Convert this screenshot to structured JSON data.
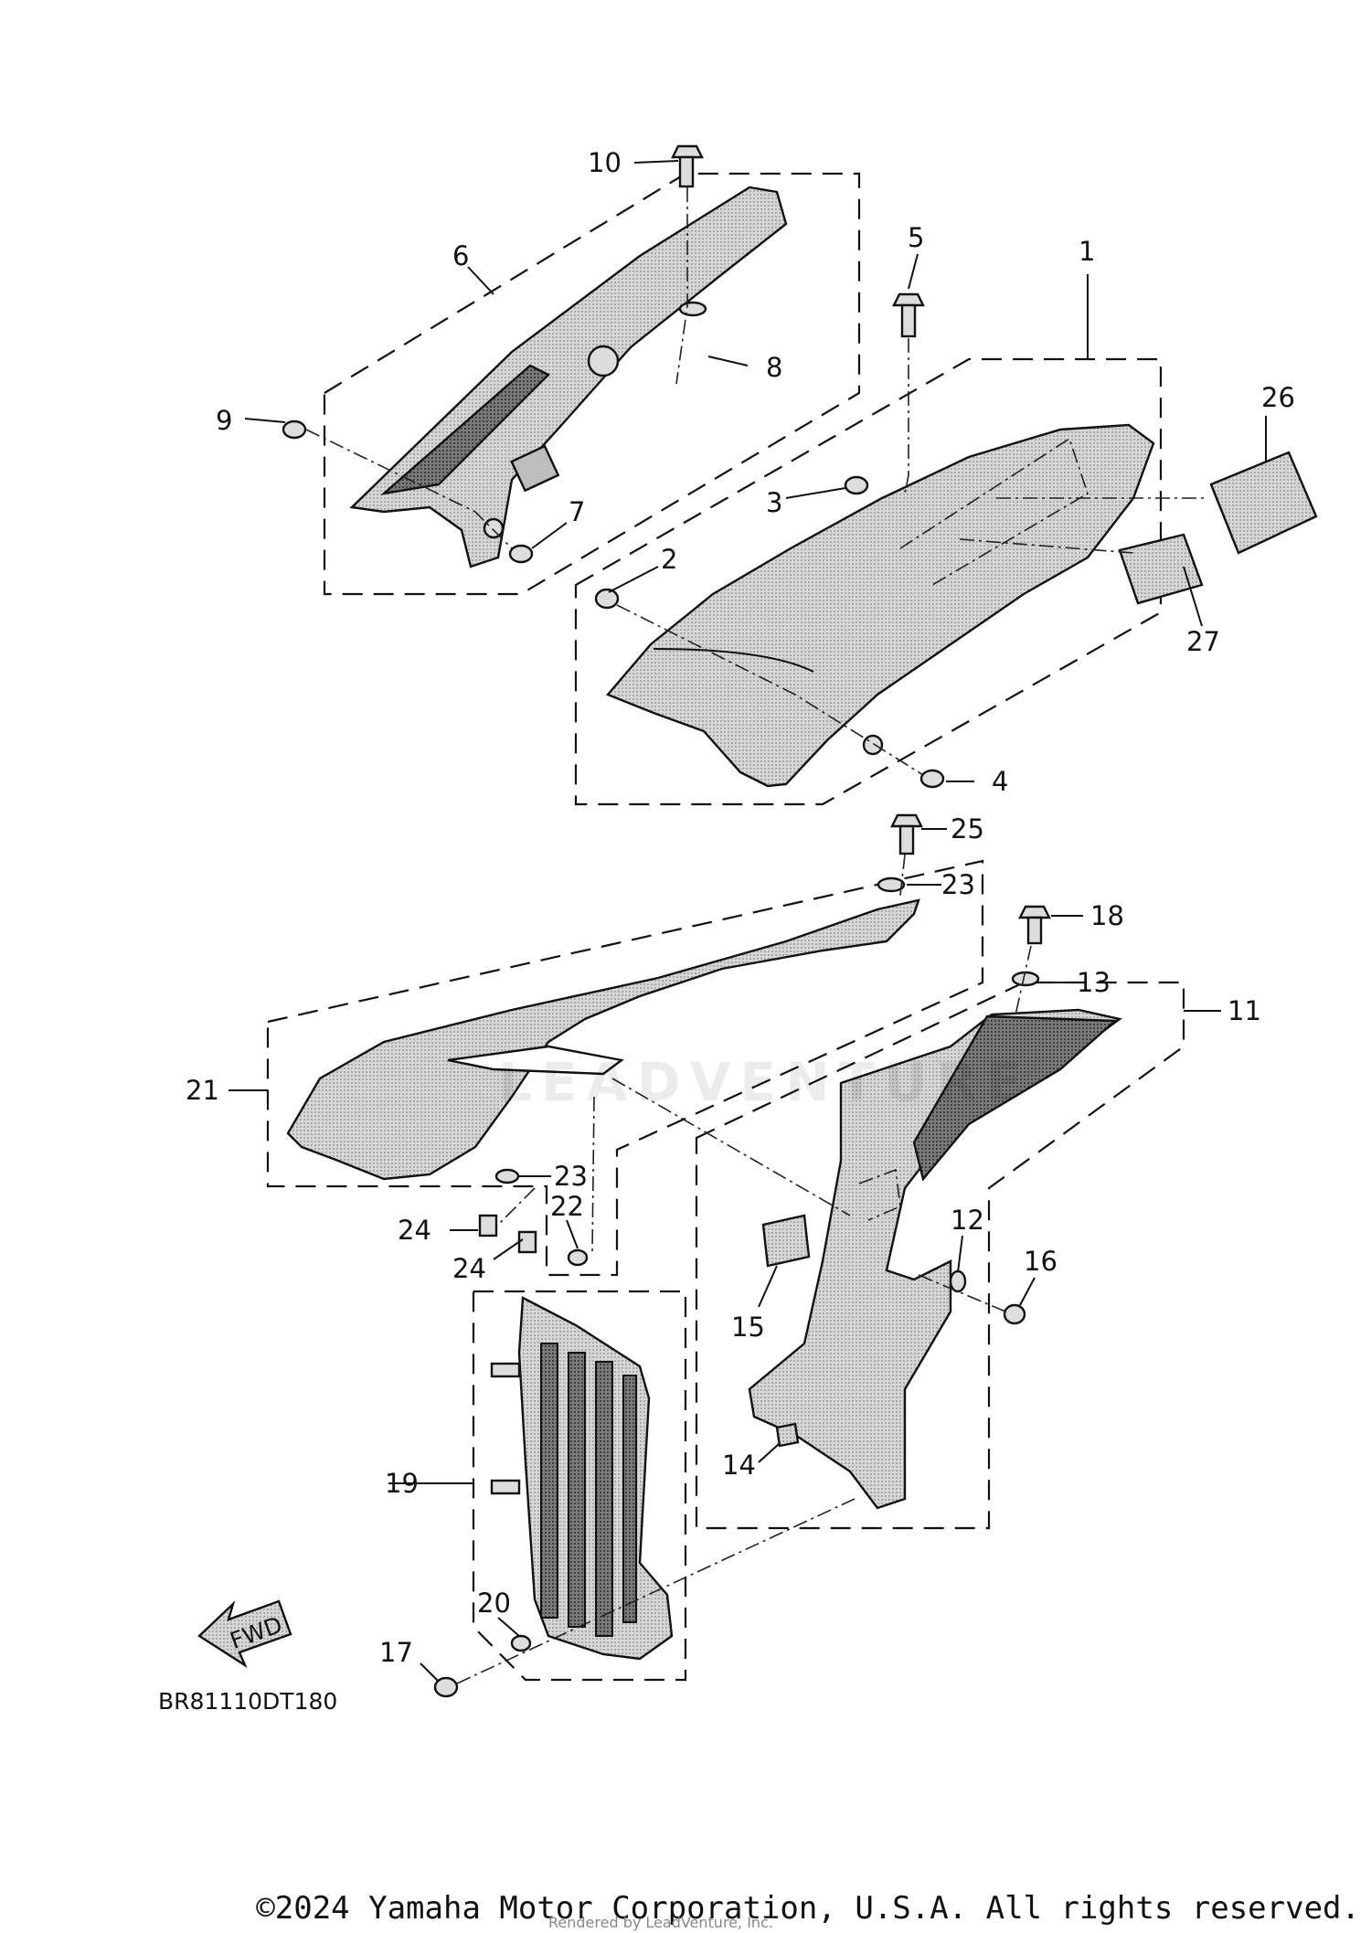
{
  "callouts": [
    {
      "id": "c1",
      "label": "1"
    },
    {
      "id": "c2",
      "label": "2"
    },
    {
      "id": "c3",
      "label": "3"
    },
    {
      "id": "c4",
      "label": "4"
    },
    {
      "id": "c5",
      "label": "5"
    },
    {
      "id": "c6",
      "label": "6"
    },
    {
      "id": "c7",
      "label": "7"
    },
    {
      "id": "c8",
      "label": "8"
    },
    {
      "id": "c9",
      "label": "9"
    },
    {
      "id": "c10",
      "label": "10"
    },
    {
      "id": "c11",
      "label": "11"
    },
    {
      "id": "c12",
      "label": "12"
    },
    {
      "id": "c13",
      "label": "13"
    },
    {
      "id": "c14",
      "label": "14"
    },
    {
      "id": "c15",
      "label": "15"
    },
    {
      "id": "c16",
      "label": "16"
    },
    {
      "id": "c17",
      "label": "17"
    },
    {
      "id": "c18",
      "label": "18"
    },
    {
      "id": "c19",
      "label": "19"
    },
    {
      "id": "c20",
      "label": "20"
    },
    {
      "id": "c21",
      "label": "21"
    },
    {
      "id": "c22",
      "label": "22"
    },
    {
      "id": "c23a",
      "label": "23"
    },
    {
      "id": "c23b",
      "label": "23"
    },
    {
      "id": "c24a",
      "label": "24"
    },
    {
      "id": "c24b",
      "label": "24"
    },
    {
      "id": "c25",
      "label": "25"
    },
    {
      "id": "c26",
      "label": "26"
    },
    {
      "id": "c27",
      "label": "27"
    }
  ],
  "fwd_label": "FWD",
  "diagram_code": "BR81110DT180",
  "copyright": "©2024 Yamaha Motor Corporation, U.S.A. All rights reserved.",
  "rendered_by": "Rendered by LeadVenture, Inc.",
  "watermark": "LEADVENTURE",
  "colors": {
    "line": "#111111",
    "part_fill": "#cfcfcf",
    "part_dark": "#6a6a6a",
    "background": "#ffffff"
  }
}
